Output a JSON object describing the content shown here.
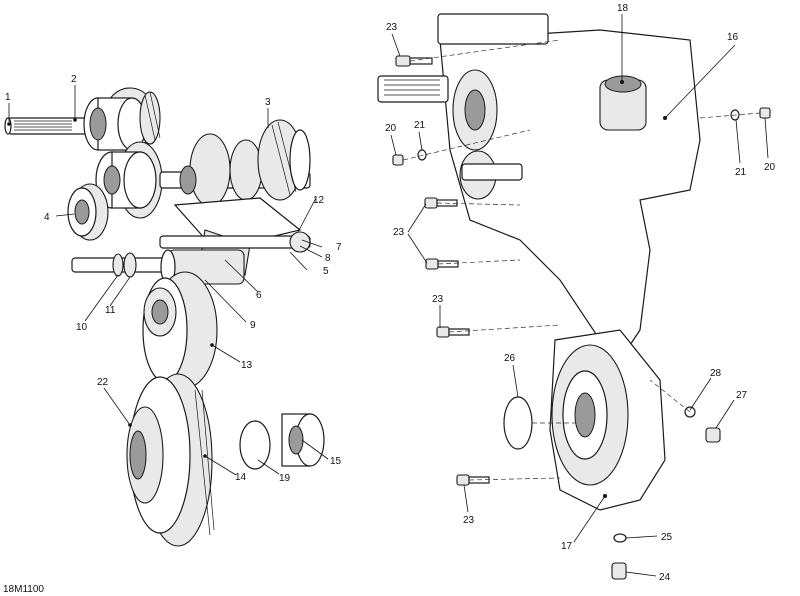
{
  "figure": {
    "reference_code": "18M1100"
  },
  "callouts": [
    {
      "id": "1",
      "label": "1"
    },
    {
      "id": "2",
      "label": "2"
    },
    {
      "id": "3",
      "label": "3"
    },
    {
      "id": "4",
      "label": "4"
    },
    {
      "id": "5",
      "label": "5"
    },
    {
      "id": "6",
      "label": "6"
    },
    {
      "id": "7",
      "label": "7"
    },
    {
      "id": "8",
      "label": "8"
    },
    {
      "id": "9",
      "label": "9"
    },
    {
      "id": "10",
      "label": "10"
    },
    {
      "id": "11",
      "label": "11"
    },
    {
      "id": "12",
      "label": "12"
    },
    {
      "id": "13",
      "label": "13"
    },
    {
      "id": "14",
      "label": "14"
    },
    {
      "id": "15",
      "label": "15"
    },
    {
      "id": "16",
      "label": "16"
    },
    {
      "id": "17",
      "label": "17"
    },
    {
      "id": "18",
      "label": "18"
    },
    {
      "id": "19",
      "label": "19"
    },
    {
      "id": "20a",
      "label": "20"
    },
    {
      "id": "20b",
      "label": "20"
    },
    {
      "id": "21a",
      "label": "21"
    },
    {
      "id": "21b",
      "label": "21"
    },
    {
      "id": "22",
      "label": "22"
    },
    {
      "id": "23a",
      "label": "23"
    },
    {
      "id": "23b",
      "label": "23"
    },
    {
      "id": "23c",
      "label": "23"
    },
    {
      "id": "23d",
      "label": "23"
    },
    {
      "id": "24",
      "label": "24"
    },
    {
      "id": "25",
      "label": "25"
    },
    {
      "id": "26",
      "label": "26"
    },
    {
      "id": "27",
      "label": "27"
    },
    {
      "id": "28",
      "label": "28"
    }
  ]
}
